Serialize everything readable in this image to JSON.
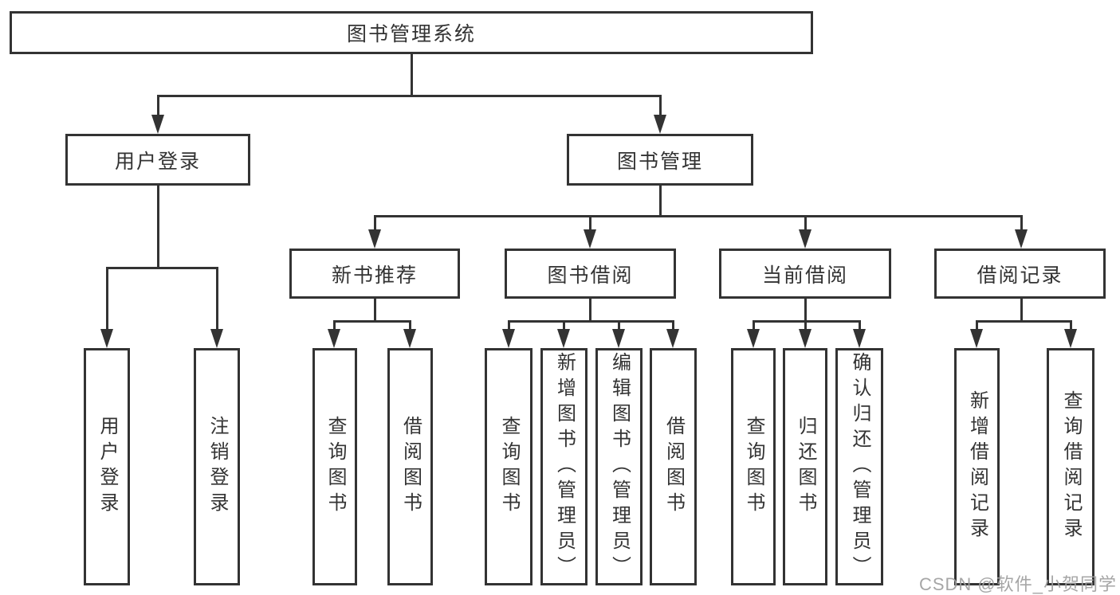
{
  "tree": {
    "root": {
      "label": "图书管理系统",
      "children": [
        {
          "label": "用户登录",
          "children": [
            {
              "label": "用户登录"
            },
            {
              "label": "注销登录"
            }
          ]
        },
        {
          "label": "图书管理",
          "children": [
            {
              "label": "新书推荐",
              "children": [
                {
                  "label": "查询图书"
                },
                {
                  "label": "借阅图书"
                }
              ]
            },
            {
              "label": "图书借阅",
              "children": [
                {
                  "label": "查询图书"
                },
                {
                  "label": "新增图书（管理员）"
                },
                {
                  "label": "编辑图书（管理员）"
                },
                {
                  "label": "借阅图书"
                }
              ]
            },
            {
              "label": "当前借阅",
              "children": [
                {
                  "label": "查询图书"
                },
                {
                  "label": "归还图书"
                },
                {
                  "label": "确认归还（管理员）"
                }
              ]
            },
            {
              "label": "借阅记录",
              "children": [
                {
                  "label": "新增借阅记录"
                },
                {
                  "label": "查询借阅记录"
                }
              ]
            }
          ]
        }
      ]
    }
  },
  "watermark": {
    "text": "CSDN @软件_小贺同学"
  },
  "colors": {
    "line": "#333333",
    "text": "#333333",
    "background": "#ffffff",
    "watermark": "#9e9e9e"
  }
}
